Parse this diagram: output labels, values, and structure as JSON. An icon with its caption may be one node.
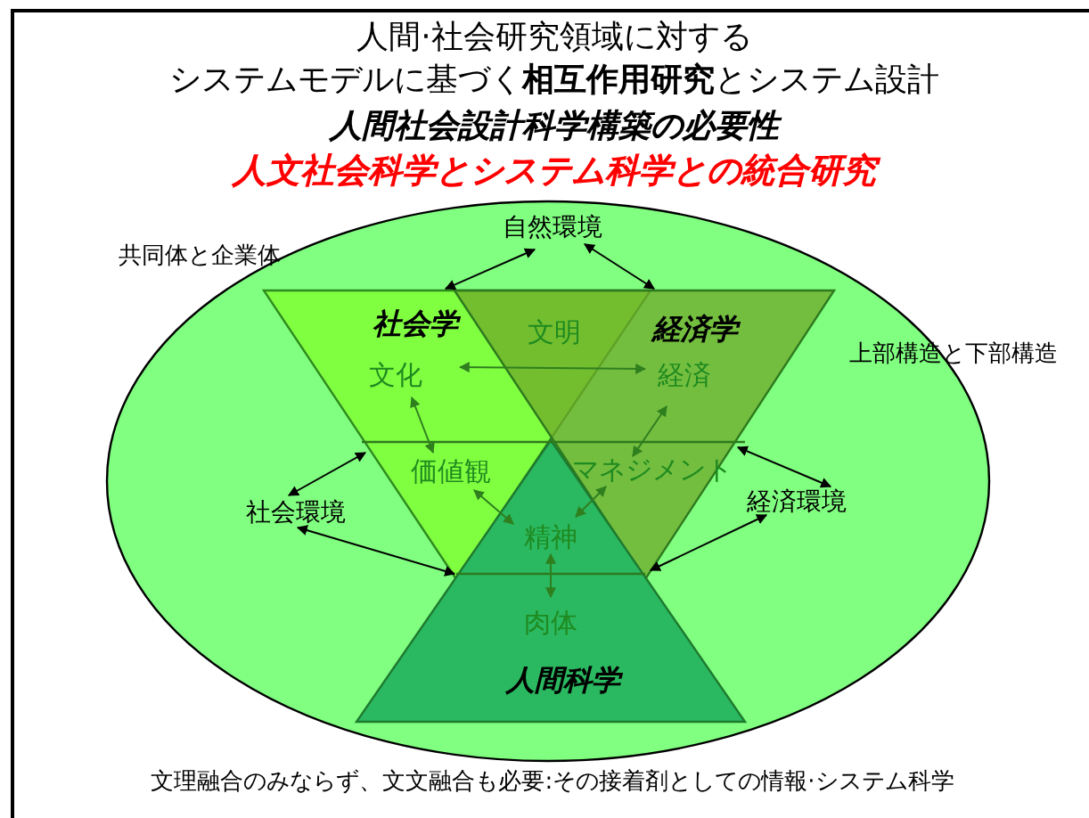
{
  "diagram": {
    "title": "人間·社会研究領域に対する",
    "caption": "文理融合のみならず、文文融合も必要:その接着剤としての情報·システム科学",
    "nodes": [
      {
        "text": [],
        "shape": "ellipse"
      },
      {
        "text": [
          "社会学"
        ],
        "in": 0
      },
      {
        "text": [
          "経済学"
        ],
        "in": 0
      },
      {
        "text": [
          "人間科学"
        ],
        "in": 0
      },
      {
        "text": [
          "自然環境"
        ],
        "in": 0
      },
      {
        "text": [
          "文明"
        ]
      },
      {
        "text": [
          "文化"
        ],
        "in": 1
      },
      {
        "text": [
          "経済"
        ],
        "in": 2
      },
      {
        "text": [
          "価値観"
        ],
        "in": 1
      },
      {
        "text": [
          "マネジメント"
        ],
        "in": 2
      },
      {
        "text": [
          "社会環境"
        ],
        "in": 0
      },
      {
        "text": [
          "経済環境"
        ],
        "in": 0
      },
      {
        "text": [
          "精神"
        ],
        "in": 3
      },
      {
        "text": [
          "肉体"
        ],
        "in": 3
      }
    ],
    "edges": [
      {
        "from": 4,
        "to": 1,
        "arrow": "both"
      },
      {
        "from": 4,
        "to": 2,
        "arrow": "both"
      },
      {
        "from": 10,
        "to": 1,
        "arrow": "both"
      },
      {
        "from": 10,
        "to": 3,
        "arrow": "both"
      },
      {
        "from": 11,
        "to": 2,
        "arrow": "both"
      },
      {
        "from": 11,
        "to": 3,
        "arrow": "both"
      },
      {
        "from": 6,
        "to": 7,
        "arrow": "both",
        "color": "#2f7f1f"
      },
      {
        "from": 6,
        "to": 8,
        "arrow": "both",
        "color": "#2f7f1f"
      },
      {
        "from": 7,
        "to": 9,
        "arrow": "both",
        "color": "#2f7f1f"
      },
      {
        "from": 8,
        "to": 12,
        "arrow": "both",
        "color": "#2f7f1f"
      },
      {
        "from": 9,
        "to": 12,
        "arrow": "both",
        "color": "#2f7f1f"
      },
      {
        "from": 12,
        "to": 13,
        "arrow": "both",
        "color": "#2f7f1f"
      }
    ],
    "labels": [
      "システムモデルに基づく**相互作用研究**とシステム設計",
      "人間社会設計科学構築の必要性",
      "人文社会科学とシステム科学との統合研究",
      "共同体と企業体",
      "上部構造と下部構造"
    ]
  }
}
